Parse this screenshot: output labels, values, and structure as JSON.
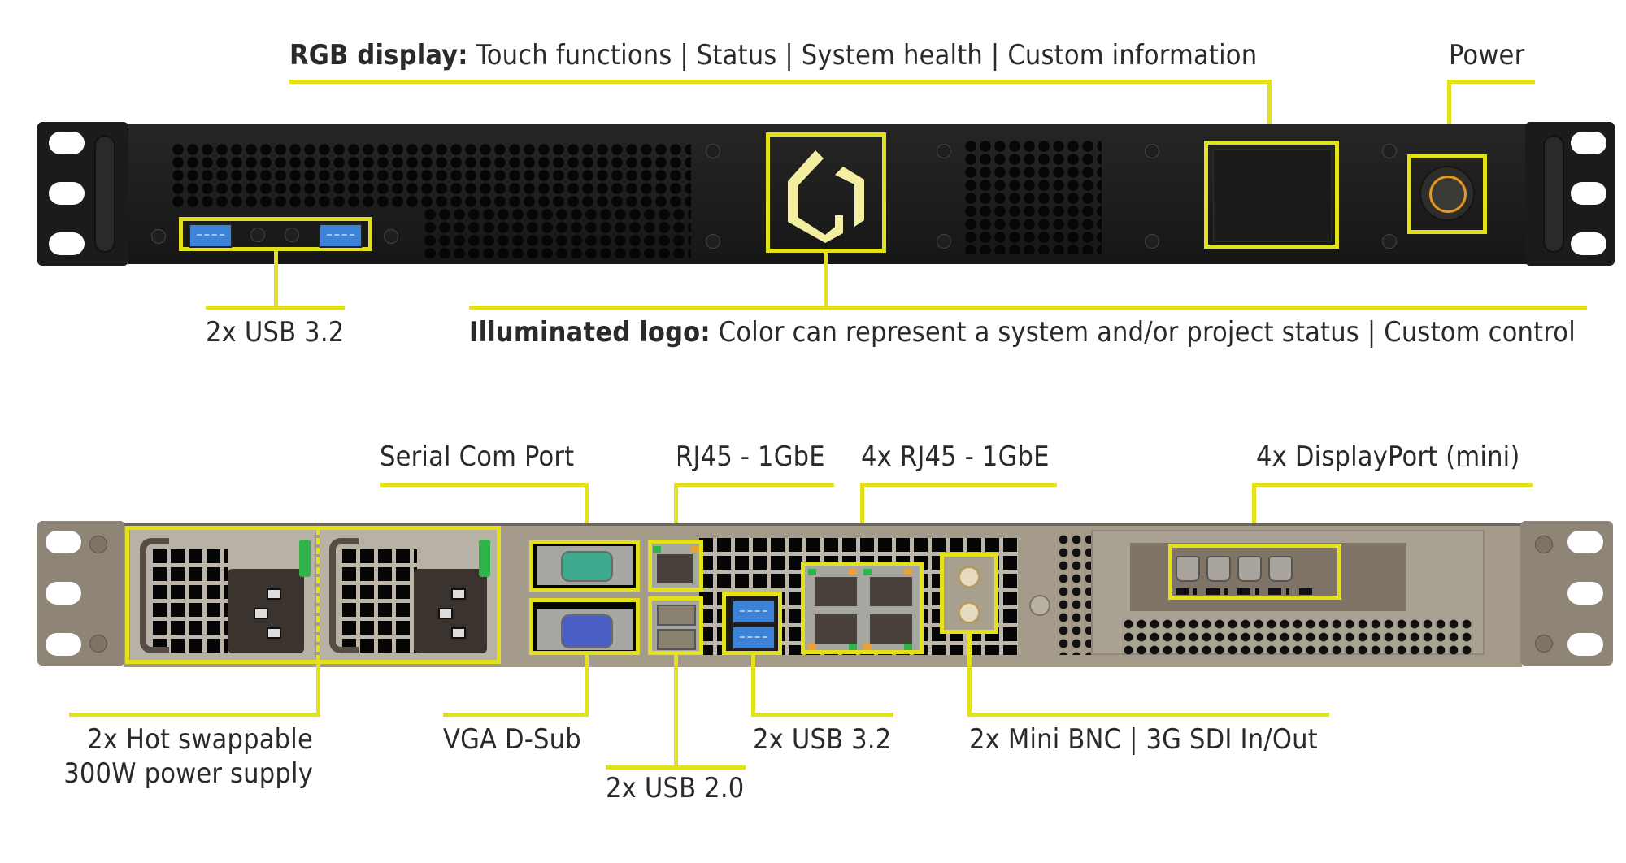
{
  "front_panel": {
    "callouts": {
      "rgb_display": {
        "title": "RGB display:",
        "text": "Touch functions | Status | System health | Custom information"
      },
      "power": {
        "text": "Power"
      },
      "usb": {
        "text": "2x USB 3.2"
      },
      "illuminated_logo": {
        "title": "Illuminated logo:",
        "text": "Color can represent a system and/or project status | Custom control"
      }
    }
  },
  "rear_panel": {
    "callouts": {
      "serial": {
        "text": "Serial Com Port"
      },
      "rj45_single": {
        "text": "RJ45 - 1GbE"
      },
      "rj45_quad": {
        "text": "4x RJ45 - 1GbE"
      },
      "displayport": {
        "text": "4x DisplayPort (mini)"
      },
      "psu_line1": {
        "text": "2x Hot swappable"
      },
      "psu_line2": {
        "text": "300W power supply"
      },
      "vga": {
        "text": "VGA D-Sub"
      },
      "usb2": {
        "text": "2x USB 2.0"
      },
      "usb3": {
        "text": "2x USB 3.2"
      },
      "bnc": {
        "text": "2x Mini BNC | 3G SDI In/Out"
      }
    }
  },
  "colors": {
    "callout_yellow": "#e3e21a",
    "front_chassis": "#1b1b1b",
    "rear_chassis": "#a49b8b",
    "logo": "#f4eea0",
    "power_ring": "#e39a1f",
    "usb3_port": "#3c82d6",
    "serial_port": "#3fa98e",
    "vga_port": "#4a5fc4",
    "psu_latch": "#2fb34a",
    "led_green": "#2fb34a",
    "led_amber": "#e9a23b"
  }
}
